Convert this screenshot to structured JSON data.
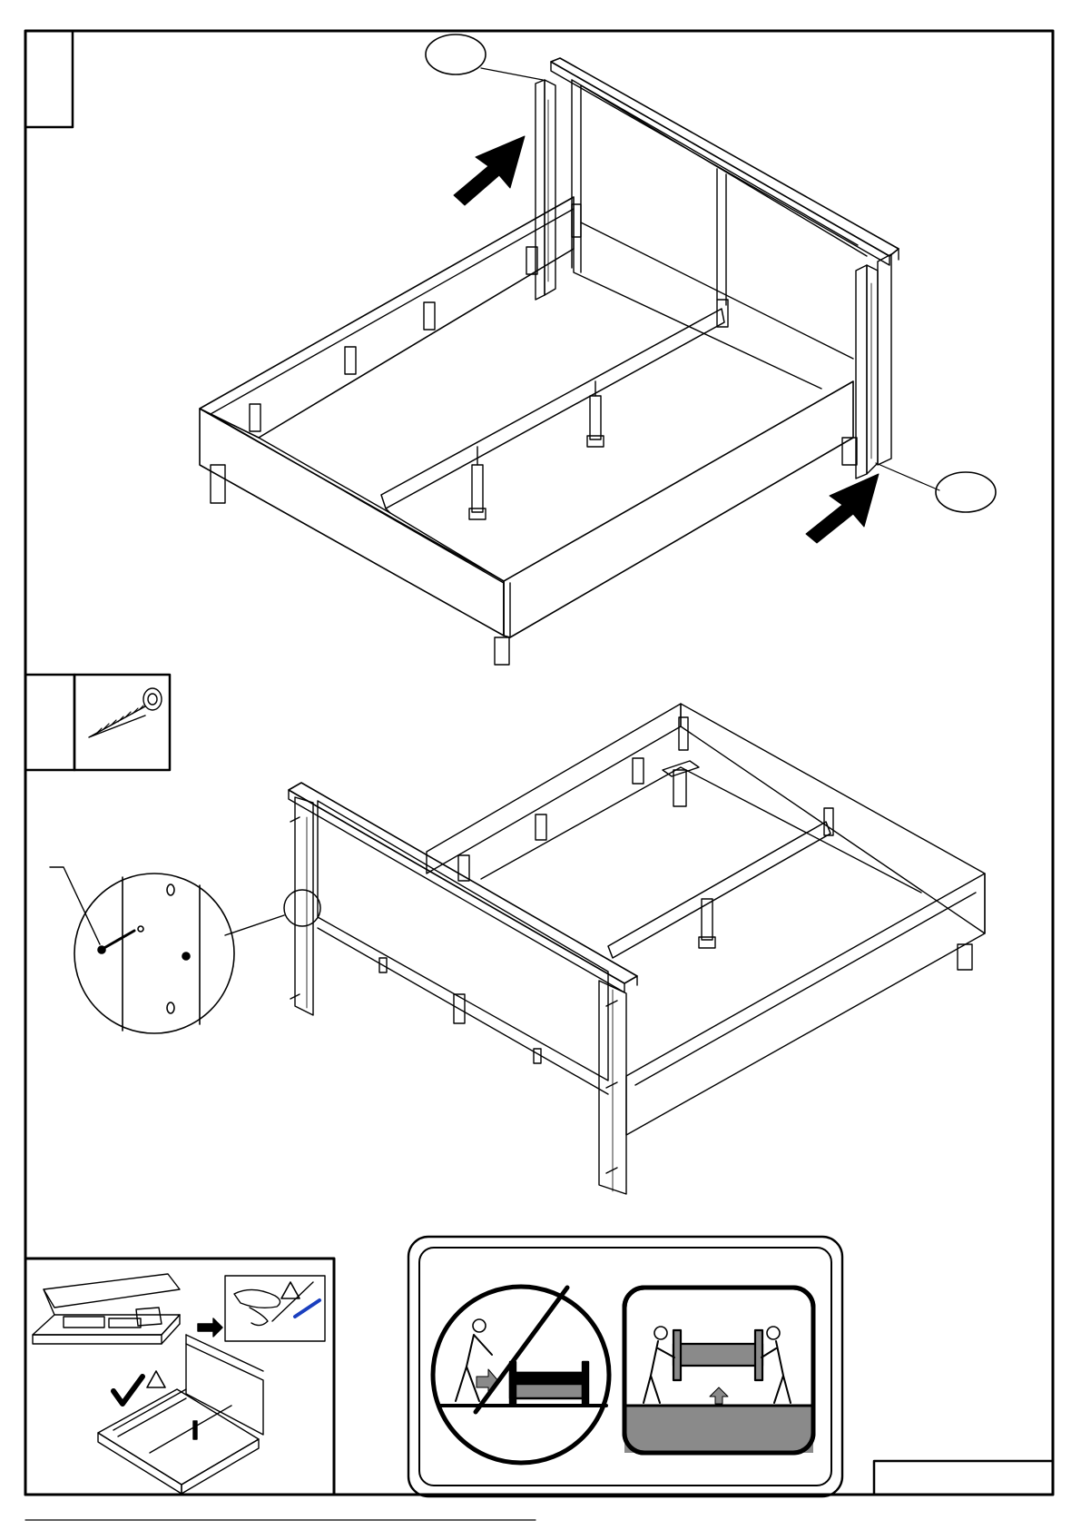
{
  "page": {
    "type": "assembly-instruction-sheet",
    "footer_text": ""
  },
  "colors": {
    "ink": "#000000",
    "paper": "#ffffff",
    "gray_fill": "#8a8a8a",
    "pen_blue": "#1a3fbf"
  },
  "step1": {
    "callout_top_label": "",
    "callout_right_label": "",
    "arrows": [
      "push-arrow-upper-right",
      "push-arrow-lower-right"
    ]
  },
  "step2": {
    "hardware": "screw-icon",
    "detail": "magnified-screw-detail"
  },
  "tips": {
    "box_opening": "box-opening-tip",
    "caution_1": "warning-triangle-icon",
    "caution_2": "warning-triangle-icon",
    "correct_mark": "checkmark-icon"
  },
  "handling": {
    "wrong": "do-not-drag-bed-icon",
    "right": "lift-bed-icon"
  }
}
